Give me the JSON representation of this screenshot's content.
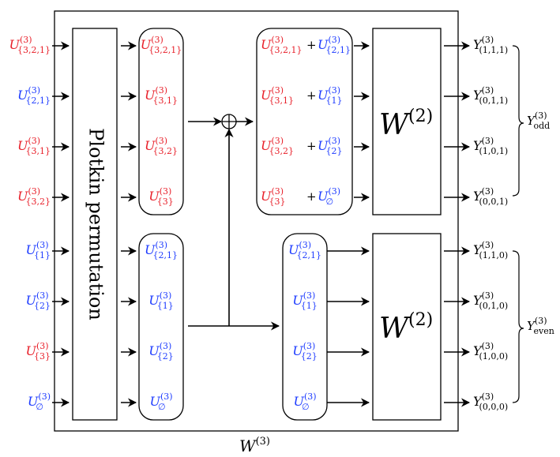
{
  "colors": {
    "red": "#e8202a",
    "blue": "#1e3cff",
    "black": "#000000"
  },
  "outer_label": {
    "base": "W",
    "sup": "(3)"
  },
  "plotkin_label": "Plotkin permutation",
  "w2_label": {
    "base": "W",
    "sup": "(2)"
  },
  "inputs": [
    {
      "sup": "(3)",
      "sub": "{3,2,1}",
      "color": "red"
    },
    {
      "sup": "(3)",
      "sub": "{2,1}",
      "color": "blue"
    },
    {
      "sup": "(3)",
      "sub": "{3,1}",
      "color": "red"
    },
    {
      "sup": "(3)",
      "sub": "{3,2}",
      "color": "red"
    },
    {
      "sup": "(3)",
      "sub": "{1}",
      "color": "blue"
    },
    {
      "sup": "(3)",
      "sub": "{2}",
      "color": "blue"
    },
    {
      "sup": "(3)",
      "sub": "{3}",
      "color": "red"
    },
    {
      "sup": "(3)",
      "sub": "∅",
      "color": "blue"
    }
  ],
  "upper_group": [
    {
      "sup": "(3)",
      "sub": "{3,2,1}",
      "color": "red"
    },
    {
      "sup": "(3)",
      "sub": "{3,1}",
      "color": "red"
    },
    {
      "sup": "(3)",
      "sub": "{3,2}",
      "color": "red"
    },
    {
      "sup": "(3)",
      "sub": "{3}",
      "color": "red"
    }
  ],
  "lower_group": [
    {
      "sup": "(3)",
      "sub": "{2,1}",
      "color": "blue"
    },
    {
      "sup": "(3)",
      "sub": "{1}",
      "color": "blue"
    },
    {
      "sup": "(3)",
      "sub": "{2}",
      "color": "blue"
    },
    {
      "sup": "(3)",
      "sub": "∅",
      "color": "blue"
    }
  ],
  "sums": [
    {
      "a_sub": "{3,2,1}",
      "b_sub": "{2,1}",
      "sup": "(3)"
    },
    {
      "a_sub": "{3,1}",
      "b_sub": "{1}",
      "sup": "(3)"
    },
    {
      "a_sub": "{3,2}",
      "b_sub": "{2}",
      "sup": "(3)"
    },
    {
      "a_sub": "{3}",
      "b_sub": "∅",
      "sup": "(3)"
    }
  ],
  "plus_sign": "+",
  "lower_copy": [
    {
      "sup": "(3)",
      "sub": "{2,1}",
      "color": "blue"
    },
    {
      "sup": "(3)",
      "sub": "{1}",
      "color": "blue"
    },
    {
      "sup": "(3)",
      "sub": "{2}",
      "color": "blue"
    },
    {
      "sup": "(3)",
      "sub": "∅",
      "color": "blue"
    }
  ],
  "outputs": [
    {
      "sup": "(3)",
      "sub": "(1,1,1)"
    },
    {
      "sup": "(3)",
      "sub": "(0,1,1)"
    },
    {
      "sup": "(3)",
      "sub": "(1,0,1)"
    },
    {
      "sup": "(3)",
      "sub": "(0,0,1)"
    },
    {
      "sup": "(3)",
      "sub": "(1,1,0)"
    },
    {
      "sup": "(3)",
      "sub": "(0,1,0)"
    },
    {
      "sup": "(3)",
      "sub": "(1,0,0)"
    },
    {
      "sup": "(3)",
      "sub": "(0,0,0)"
    }
  ],
  "output_letter": "Y",
  "input_letter": "U",
  "brace_odd": {
    "base": "Y",
    "sup": "(3)",
    "sub": "odd"
  },
  "brace_even": {
    "base": "Y",
    "sup": "(3)",
    "sub": "even"
  }
}
